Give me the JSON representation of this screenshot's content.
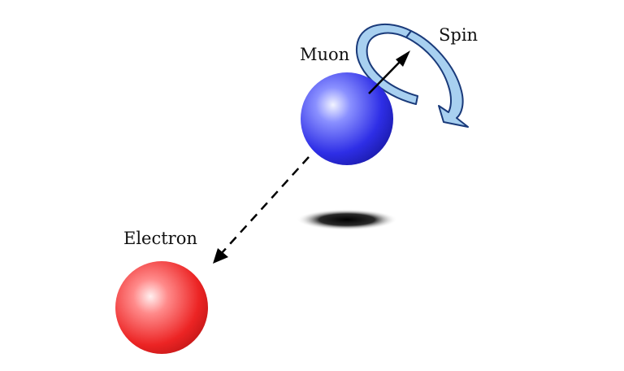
{
  "labels": {
    "muon": "Muon",
    "spin": "Spin",
    "electron": "Electron"
  },
  "colors": {
    "muon": "#3a3ae8",
    "muon_highlight": "#e8ecff",
    "electron": "#ee2a2a",
    "electron_highlight": "#ffeaea",
    "spin_arrow_fill": "#a8d0f0",
    "spin_arrow_stroke": "#1a3a7a",
    "arrow": "#000000",
    "shadow": "#000000",
    "background": "#ffffff"
  },
  "icons": {
    "spin": "curved-rotation-arrow",
    "spin_vector": "straight-arrow",
    "decay_path": "dashed-arrow"
  }
}
